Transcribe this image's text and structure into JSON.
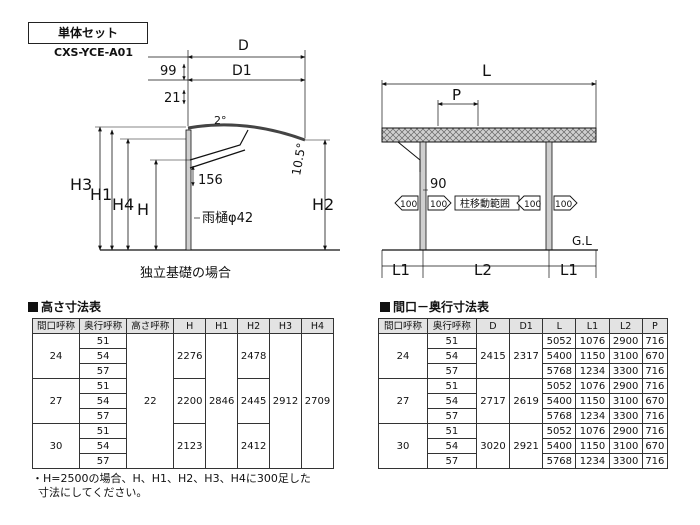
{
  "header": {
    "set_label": "単体セット",
    "model": "CXS-YCE-A01"
  },
  "side_view": {
    "labels": {
      "D": "D",
      "D1": "D1",
      "d99": "99",
      "d21": "21",
      "angle2": "2°",
      "angle105": "10.5°",
      "d156": "156",
      "gutter": "雨樋φ42",
      "H": "H",
      "H1": "H1",
      "H2": "H2",
      "H3": "H3",
      "H4": "H4"
    },
    "caption": "独立基礎の場合"
  },
  "front_view": {
    "labels": {
      "L": "L",
      "P": "P",
      "L1_left": "L1",
      "L2": "L2",
      "L1_right": "L1",
      "GL": "G.L",
      "d90": "90",
      "d100a": "100",
      "d100b": "100",
      "post_range": "柱移動範囲",
      "d100c": "100",
      "d100d": "100"
    }
  },
  "height_table": {
    "title": "高さ寸法表",
    "headers": [
      "間口呼称",
      "奥行呼称",
      "高さ呼称",
      "H",
      "H1",
      "H2",
      "H3",
      "H4"
    ],
    "rows": [
      [
        "24",
        "51",
        "22",
        "2276",
        "2846",
        "2478",
        "2912",
        "2709"
      ],
      [
        "",
        "54",
        "",
        "",
        "",
        "",
        "",
        ""
      ],
      [
        "",
        "57",
        "",
        "",
        "",
        "",
        "",
        ""
      ],
      [
        "27",
        "51",
        "",
        "2200",
        "",
        "2445",
        "",
        ""
      ],
      [
        "",
        "54",
        "",
        "",
        "",
        "",
        "",
        ""
      ],
      [
        "",
        "57",
        "",
        "",
        "",
        "",
        "",
        ""
      ],
      [
        "30",
        "51",
        "",
        "2123",
        "",
        "2412",
        "",
        ""
      ],
      [
        "",
        "54",
        "",
        "",
        "",
        "",
        "",
        ""
      ],
      [
        "",
        "57",
        "",
        "",
        "",
        "",
        "",
        ""
      ]
    ]
  },
  "size_table": {
    "title": "間口－奥行寸法表",
    "headers": [
      "間口呼称",
      "奥行呼称",
      "D",
      "D1",
      "L",
      "L1",
      "L2",
      "P"
    ],
    "rows": [
      [
        "24",
        "51",
        "2415",
        "2317",
        "5052",
        "1076",
        "2900",
        "716"
      ],
      [
        "",
        "54",
        "",
        "",
        "5400",
        "1150",
        "3100",
        "670"
      ],
      [
        "",
        "57",
        "",
        "",
        "5768",
        "1234",
        "3300",
        "716"
      ],
      [
        "27",
        "51",
        "2717",
        "2619",
        "5052",
        "1076",
        "2900",
        "716"
      ],
      [
        "",
        "54",
        "",
        "",
        "5400",
        "1150",
        "3100",
        "670"
      ],
      [
        "",
        "57",
        "",
        "",
        "5768",
        "1234",
        "3300",
        "716"
      ],
      [
        "30",
        "51",
        "3020",
        "2921",
        "5052",
        "1076",
        "2900",
        "716"
      ],
      [
        "",
        "54",
        "",
        "",
        "5400",
        "1150",
        "3100",
        "670"
      ],
      [
        "",
        "57",
        "",
        "",
        "5768",
        "1234",
        "3300",
        "716"
      ]
    ]
  },
  "note": {
    "line1": "・H=2500の場合、H、H1、H2、H3、H4に300足した",
    "line2": "寸法にしてください。"
  }
}
